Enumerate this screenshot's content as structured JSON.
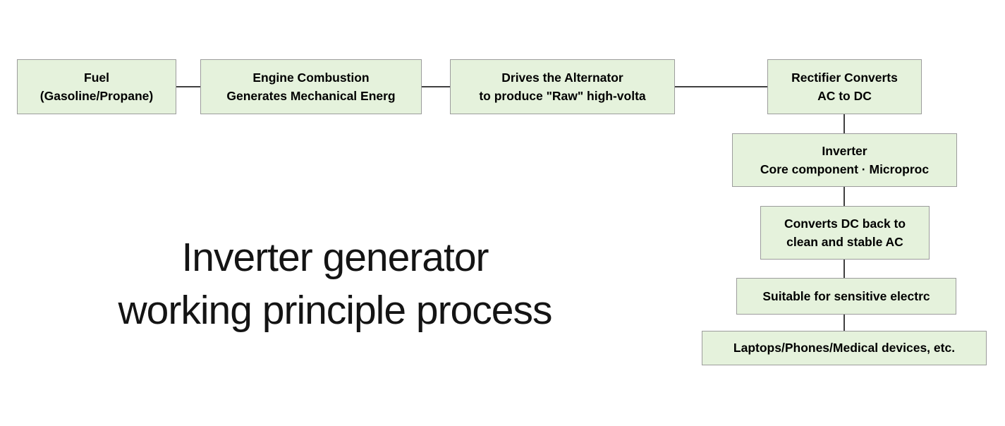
{
  "title": {
    "text": "Inverter generator\nworking principle process"
  },
  "colors": {
    "background": "#ffffff",
    "box_fill": "#e5f2dc",
    "box_border": "#9c9c9c",
    "connector": "#404040",
    "box_text": "#000000",
    "title_text": "#141414"
  },
  "flow": {
    "boxes": [
      {
        "id": "fuel",
        "text": "Fuel\n(Gasoline/Propane)"
      },
      {
        "id": "engine-combustion",
        "text": "Engine Combustion\nGenerates Mechanical Energ"
      },
      {
        "id": "drives-alternator",
        "text": "Drives the Alternator\nto produce \"Raw\" high-volta"
      },
      {
        "id": "rectifier",
        "text": "Rectifier Converts\nAC to DC"
      },
      {
        "id": "inverter",
        "text": "Inverter\nCore component · Microproc"
      },
      {
        "id": "converts-dc",
        "text": "Converts DC back to\nclean and stable AC"
      },
      {
        "id": "sensitive-electronics",
        "text": "Suitable for sensitive electrc"
      },
      {
        "id": "devices",
        "text": "Laptops/Phones/Medical devices, etc."
      }
    ],
    "edges": [
      {
        "from": "fuel",
        "to": "engine-combustion"
      },
      {
        "from": "engine-combustion",
        "to": "drives-alternator"
      },
      {
        "from": "drives-alternator",
        "to": "rectifier"
      },
      {
        "from": "rectifier",
        "to": "inverter"
      },
      {
        "from": "inverter",
        "to": "converts-dc"
      },
      {
        "from": "converts-dc",
        "to": "sensitive-electronics"
      },
      {
        "from": "sensitive-electronics",
        "to": "devices"
      }
    ]
  }
}
